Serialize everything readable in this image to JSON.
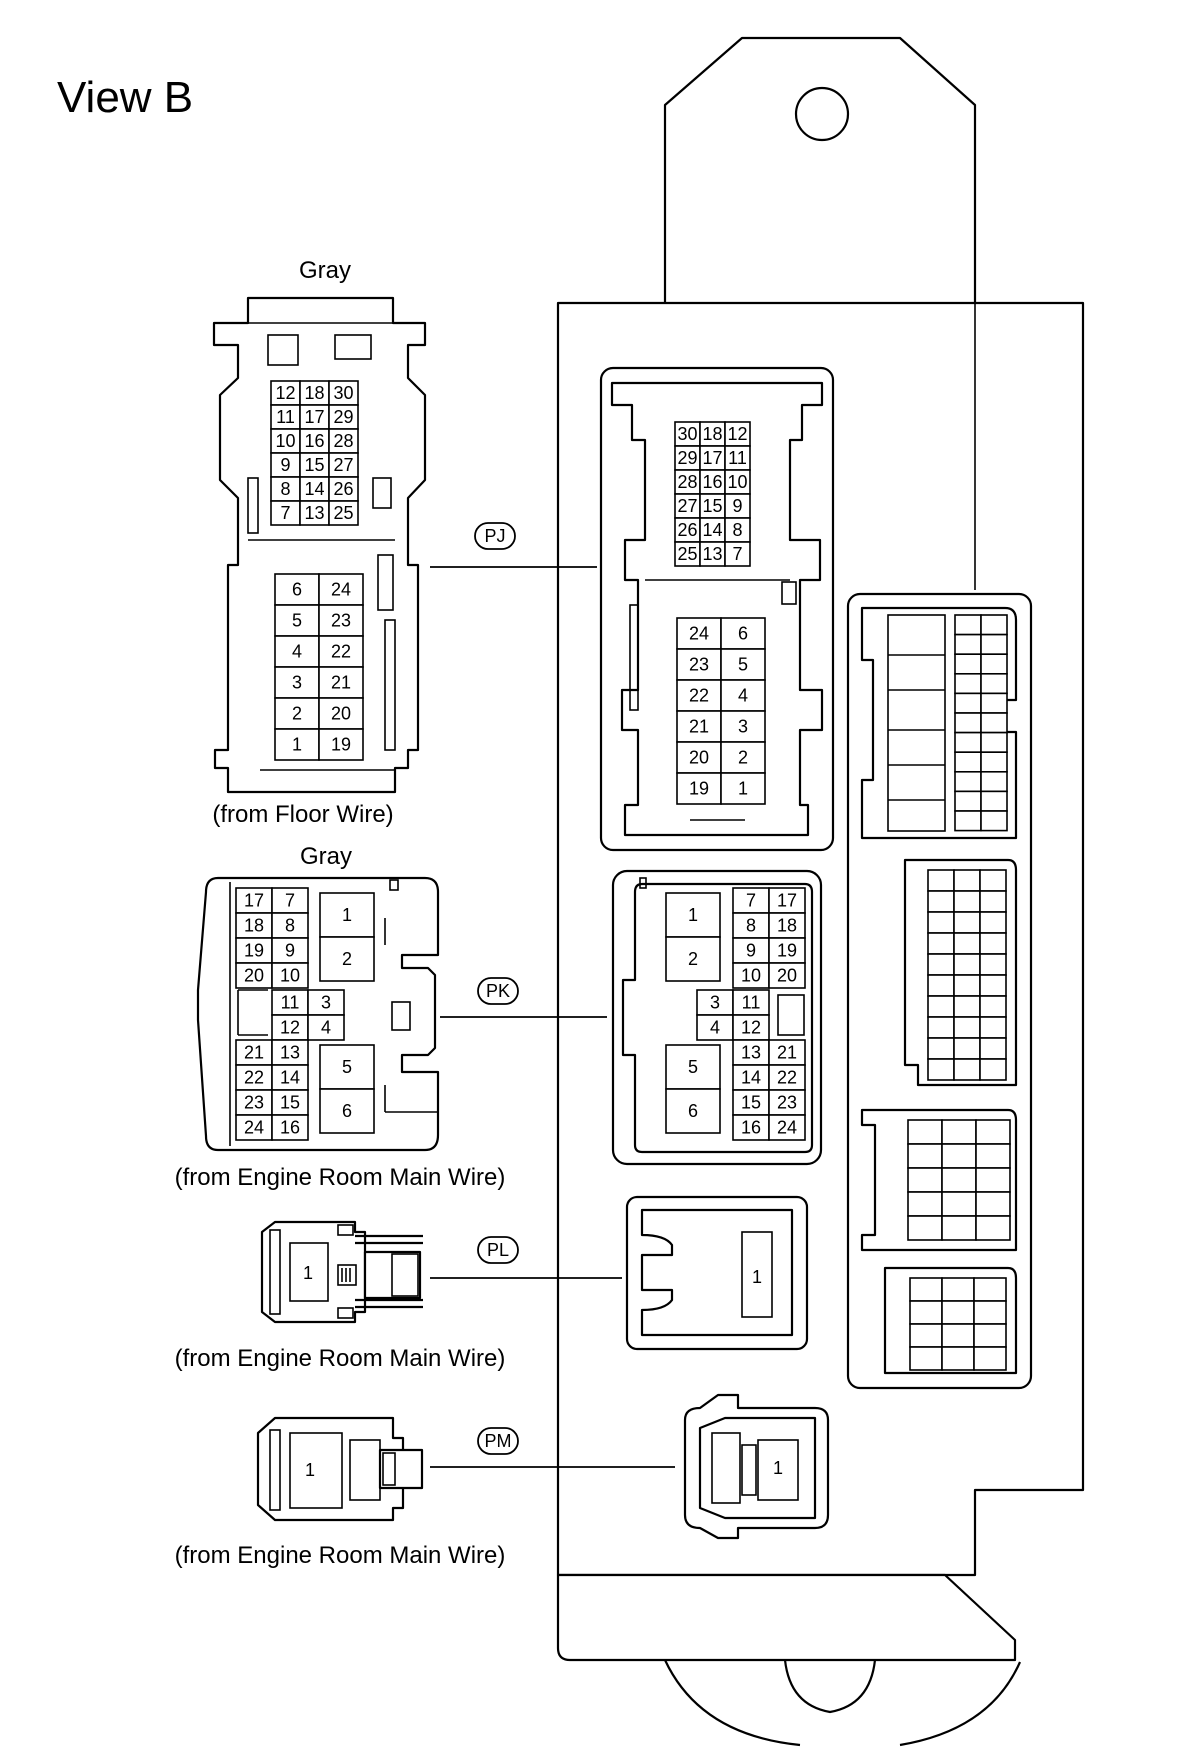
{
  "title": "View B",
  "connectors": {
    "pj": {
      "code": "PJ",
      "color": "Gray",
      "source": "(from Floor Wire)",
      "plug_upper": [
        [
          "12",
          "18",
          "30"
        ],
        [
          "11",
          "17",
          "29"
        ],
        [
          "10",
          "16",
          "28"
        ],
        [
          "9",
          "15",
          "27"
        ],
        [
          "8",
          "14",
          "26"
        ],
        [
          "7",
          "13",
          "25"
        ]
      ],
      "plug_lower": [
        [
          "6",
          "24"
        ],
        [
          "5",
          "23"
        ],
        [
          "4",
          "22"
        ],
        [
          "3",
          "21"
        ],
        [
          "2",
          "20"
        ],
        [
          "1",
          "19"
        ]
      ],
      "block_upper": [
        [
          "30",
          "18",
          "12"
        ],
        [
          "29",
          "17",
          "11"
        ],
        [
          "28",
          "16",
          "10"
        ],
        [
          "27",
          "15",
          "9"
        ],
        [
          "26",
          "14",
          "8"
        ],
        [
          "25",
          "13",
          "7"
        ]
      ],
      "block_lower": [
        [
          "24",
          "6"
        ],
        [
          "23",
          "5"
        ],
        [
          "22",
          "4"
        ],
        [
          "21",
          "3"
        ],
        [
          "20",
          "2"
        ],
        [
          "19",
          "1"
        ]
      ]
    },
    "pk": {
      "code": "PK",
      "color": "Gray",
      "source": "(from Engine Room Main Wire)",
      "plug_left_top": [
        [
          "17",
          "7"
        ],
        [
          "18",
          "8"
        ],
        [
          "19",
          "9"
        ],
        [
          "20",
          "10"
        ]
      ],
      "plug_mid": [
        [
          "11",
          "3"
        ],
        [
          "12",
          "4"
        ]
      ],
      "plug_left_bottom": [
        [
          "21",
          "13"
        ],
        [
          "22",
          "14"
        ],
        [
          "23",
          "15"
        ],
        [
          "24",
          "16"
        ]
      ],
      "plug_big": [
        "1",
        "2",
        "5",
        "6"
      ],
      "block_right_top": [
        [
          "7",
          "17"
        ],
        [
          "8",
          "18"
        ],
        [
          "9",
          "19"
        ],
        [
          "10",
          "20"
        ]
      ],
      "block_mid": [
        [
          "3",
          "11"
        ],
        [
          "4",
          "12"
        ]
      ],
      "block_right_bottom": [
        [
          "13",
          "21"
        ],
        [
          "14",
          "22"
        ],
        [
          "15",
          "23"
        ],
        [
          "16",
          "24"
        ]
      ],
      "block_big": [
        "1",
        "2",
        "5",
        "6"
      ]
    },
    "pl": {
      "code": "PL",
      "source": "(from Engine Room Main Wire)",
      "plug_pin": "1",
      "block_pin": "1"
    },
    "pm": {
      "code": "PM",
      "source": "(from Engine Room Main Wire)",
      "plug_pin": "1",
      "block_pin": "1"
    }
  }
}
